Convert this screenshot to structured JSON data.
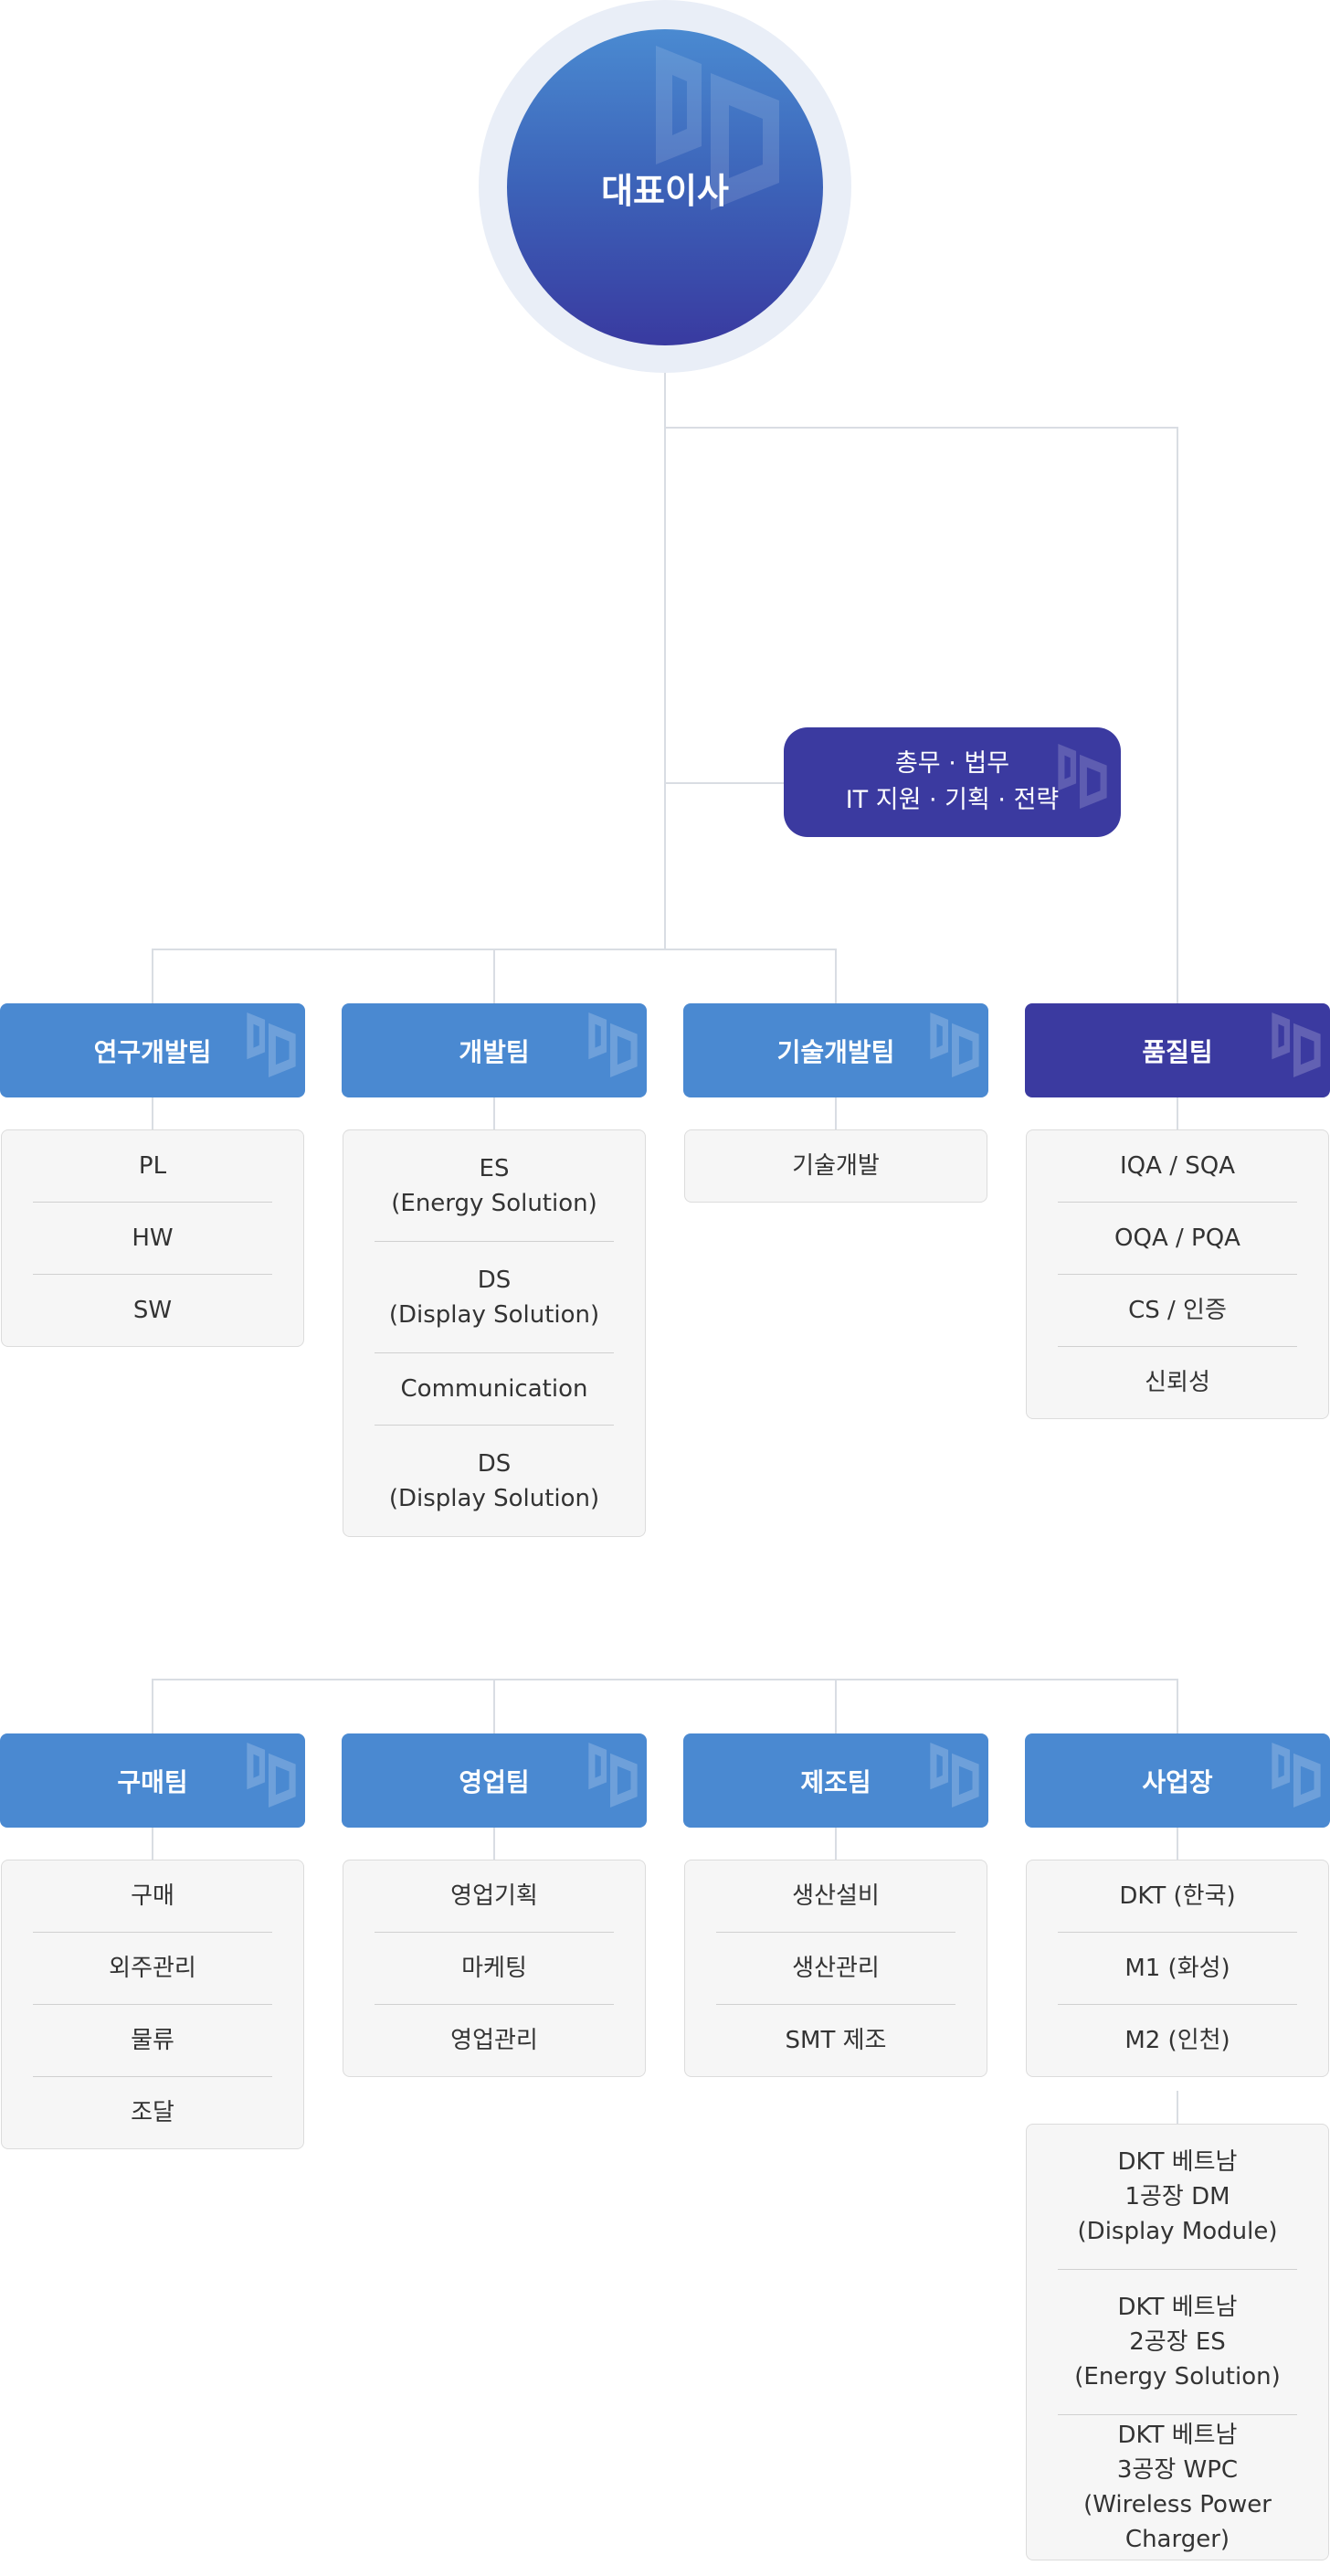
{
  "ceo": {
    "label": "대표이사"
  },
  "office": {
    "line1": "총무 · 법무",
    "line2": "IT 지원 · 기획 · 전략"
  },
  "teams_row1": [
    {
      "name": "연구개발팀",
      "items": [
        [
          "PL"
        ],
        [
          "HW"
        ],
        [
          "SW"
        ]
      ]
    },
    {
      "name": "개발팀",
      "items": [
        [
          "ES",
          "(Energy Solution)"
        ],
        [
          "DS",
          "(Display Solution)"
        ],
        [
          "Communication"
        ],
        [
          "DS",
          "(Display Solution)"
        ]
      ]
    },
    {
      "name": "기술개발팀",
      "items": [
        [
          "기술개발"
        ]
      ]
    },
    {
      "name": "품질팀",
      "items": [
        [
          "IQA / SQA"
        ],
        [
          "OQA / PQA"
        ],
        [
          "CS / 인증"
        ],
        [
          "신뢰성"
        ]
      ]
    }
  ],
  "teams_row2": [
    {
      "name": "구매팀",
      "items": [
        [
          "구매"
        ],
        [
          "외주관리"
        ],
        [
          "물류"
        ],
        [
          "조달"
        ]
      ]
    },
    {
      "name": "영업팀",
      "items": [
        [
          "영업기획"
        ],
        [
          "마케팅"
        ],
        [
          "영업관리"
        ]
      ]
    },
    {
      "name": "제조팀",
      "items": [
        [
          "생산설비"
        ],
        [
          "생산관리"
        ],
        [
          "SMT 제조"
        ]
      ]
    },
    {
      "name": "사업장",
      "items": [
        [
          "DKT (한국)"
        ],
        [
          "M1 (화성)"
        ],
        [
          "M2 (인천)"
        ]
      ]
    }
  ],
  "vietnam": {
    "items": [
      [
        "DKT 베트남",
        "1공장 DM",
        "(Display Module)"
      ],
      [
        "DKT 베트남",
        "2공장 ES",
        "(Energy Solution)"
      ],
      [
        "DKT 베트남",
        "3공장 WPC",
        "(Wireless Power Charger)"
      ]
    ]
  },
  "colors": {
    "blue": "#4a89d1",
    "navy": "#3b3aa0",
    "line": "#d9dde3",
    "box_bg": "#f6f6f6"
  },
  "icons": {
    "watermark": "dd-logo-icon"
  }
}
